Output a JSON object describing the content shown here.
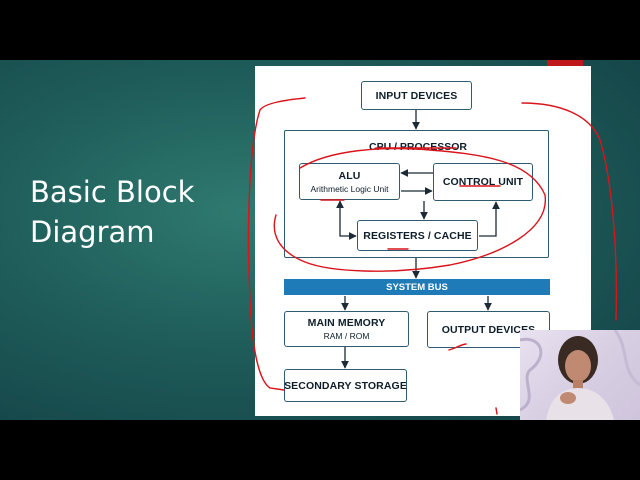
{
  "slide": {
    "title": "Basic Block Diagram"
  },
  "diagram": {
    "input_devices": "INPUT DEVICES",
    "cpu": "CPU / PROCESSOR",
    "alu": "ALU",
    "alu_sub": "Arithmetic Logic Unit",
    "control_unit": "CONTROL UNIT",
    "registers": "REGISTERS / CACHE",
    "system_bus": "SYSTEM BUS",
    "main_memory": "MAIN MEMORY",
    "main_memory_sub": "RAM / ROM",
    "output_devices": "OUTPUT DEVICES",
    "secondary_storage": "SECONDARY STORAGE"
  },
  "colors": {
    "slide_background": "#1f5d5a",
    "accent": "#c0171a",
    "box_border": "#2e5b70",
    "bus": "#1f7ab8",
    "annotation_ink": "#d9141b"
  },
  "webcam": {
    "icon": "presenter-webcam"
  }
}
